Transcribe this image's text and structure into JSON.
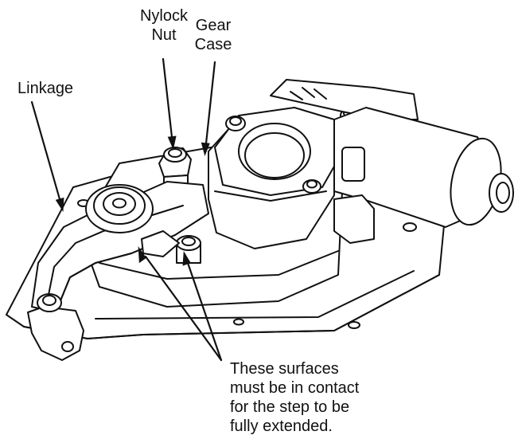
{
  "labels": {
    "nylock_nut": [
      "Nylock",
      "Nut"
    ],
    "gear_case": [
      "Gear",
      "Case"
    ],
    "linkage": "Linkage"
  },
  "note": [
    "These surfaces",
    "must be in contact",
    "for the step to be",
    "fully extended."
  ]
}
